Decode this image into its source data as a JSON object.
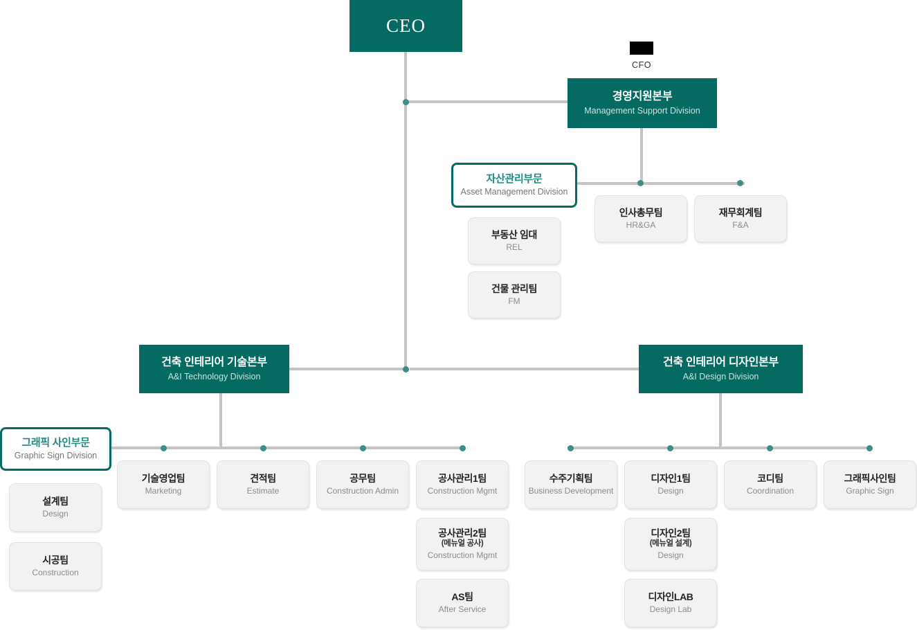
{
  "chart_title": "Organization Chart",
  "colors": {
    "division_bg": "#056b62",
    "subdivision_border": "#056b62",
    "subdivision_text": "#1d8c80",
    "team_bg": "#f2f2f2",
    "connector": "#c4c4c4",
    "dot": "#3d8e86",
    "redaction": "#000000"
  },
  "ceo": {
    "kr": "CEO"
  },
  "cfo": {
    "name_redacted": "",
    "label": "CFO"
  },
  "management_support": {
    "kr": "경영지원본부",
    "en": "Management Support Division",
    "teams": [
      {
        "kr": "인사총무팀",
        "en": "HR&GA"
      },
      {
        "kr": "재무회계팀",
        "en": "F&A"
      }
    ]
  },
  "asset_management": {
    "kr": "자산관리부문",
    "en": "Asset Management Division",
    "teams": [
      {
        "kr": "부동산 임대",
        "en": "REL"
      },
      {
        "kr": "건물 관리팀",
        "en": "FM"
      }
    ]
  },
  "technology_division": {
    "kr": "건축 인테리어 기술본부",
    "en": "A&I Technology Division",
    "teams": [
      {
        "kr": "기술영업팀",
        "en": "Marketing"
      },
      {
        "kr": "견적팀",
        "en": "Estimate"
      },
      {
        "kr": "공무팀",
        "en": "Construction Admin"
      },
      {
        "kr": "공사관리1팀",
        "en": "Construction Mgmt"
      }
    ],
    "stacked_teams": [
      {
        "kr": "공사관리2팀",
        "kr_sub": "(메뉴얼 공사)",
        "en": "Construction Mgmt"
      },
      {
        "kr": "AS팀",
        "en": "After Service"
      }
    ]
  },
  "design_division": {
    "kr": "건축 인테리어 디자인본부",
    "en": "A&I Design Division",
    "teams": [
      {
        "kr": "수주기획팀",
        "en": "Business Development"
      },
      {
        "kr": "디자인1팀",
        "en": "Design"
      },
      {
        "kr": "코디팀",
        "en": "Coordination"
      },
      {
        "kr": "그래픽사인팀",
        "en": "Graphic Sign"
      }
    ],
    "stacked_teams": [
      {
        "kr": "디자인2팀",
        "kr_sub": "(메뉴얼 설계)",
        "en": "Design"
      },
      {
        "kr": "디자인LAB",
        "en": "Design Lab"
      }
    ]
  },
  "graphic_sign_division": {
    "kr": "그래픽 사인부문",
    "en": "Graphic Sign Division",
    "teams": [
      {
        "kr": "설계팀",
        "en": "Design"
      },
      {
        "kr": "시공팀",
        "en": "Construction"
      }
    ]
  }
}
